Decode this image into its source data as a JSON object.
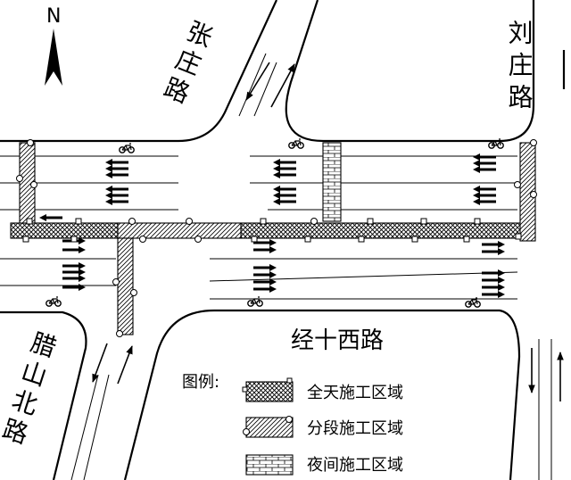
{
  "compass": {
    "label": "N"
  },
  "roads": {
    "zhangzhuang": "张庄路",
    "liuzhuang": "刘庄路",
    "jingshixi": "经十西路",
    "lashanbei": "腊山北路"
  },
  "legend": {
    "title": "图例:",
    "items": [
      {
        "label": "全天施工区域",
        "pattern": "crosshatch"
      },
      {
        "label": "分段施工区域",
        "pattern": "diagonal"
      },
      {
        "label": "夜间施工区域",
        "pattern": "brick"
      }
    ]
  },
  "colors": {
    "line": "#000000",
    "background": "#ffffff"
  }
}
